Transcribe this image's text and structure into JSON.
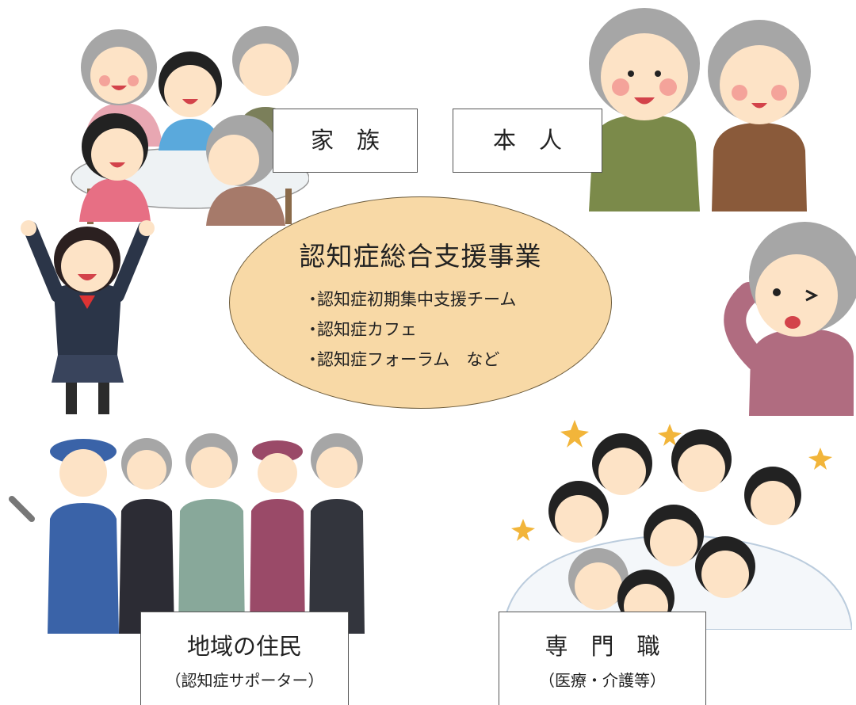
{
  "nodes": {
    "family": {
      "label": "家　族"
    },
    "person": {
      "label": "本　人"
    },
    "residents": {
      "label": "地域の住民",
      "sub": "（認知症サポーター）"
    },
    "professionals": {
      "label": "専　門　職",
      "sub": "（医療・介護等）"
    }
  },
  "center": {
    "title": "認知症総合支援事業",
    "items": [
      {
        "bullet": "・",
        "text": "認知症初期集中支援チーム"
      },
      {
        "bullet": "・",
        "text": "認知症カフェ"
      },
      {
        "bullet": "・",
        "text": "認知症フォーラム　など"
      }
    ]
  },
  "colors": {
    "ellipse_fill": "#f8d9a6",
    "hair_gray": "#a6a6a6",
    "skin": "#fde3c6",
    "cheek": "#f4a39a"
  }
}
